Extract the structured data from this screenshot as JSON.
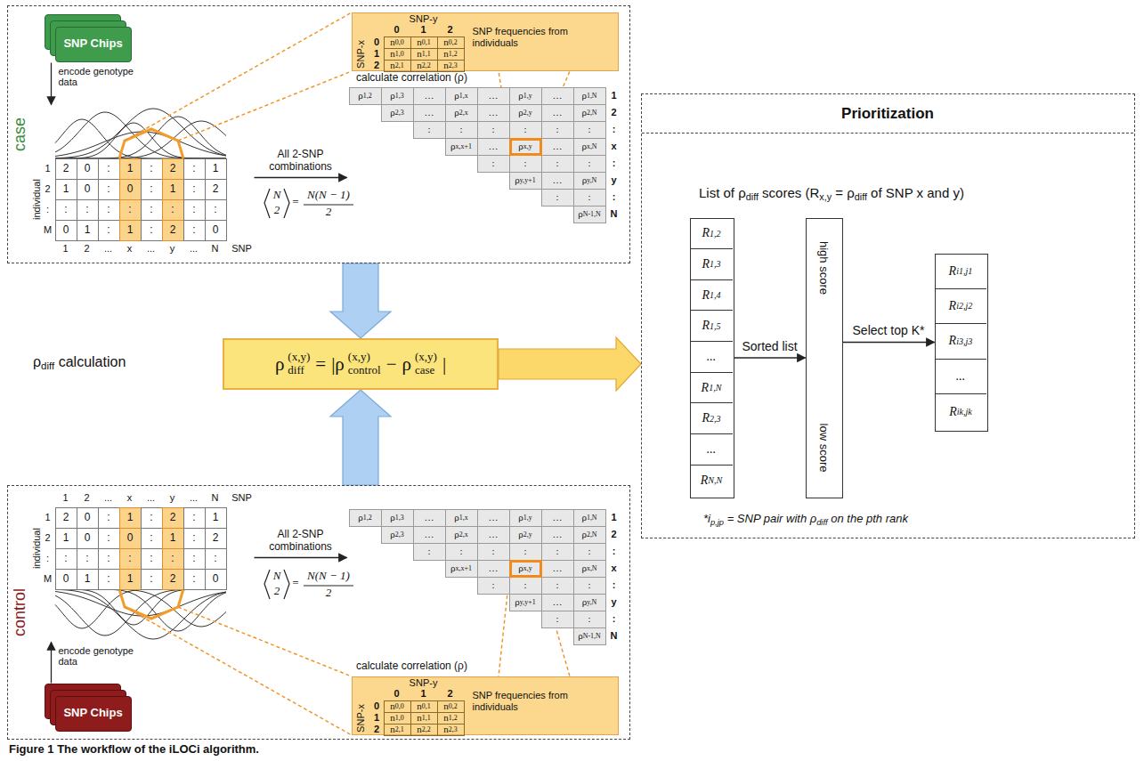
{
  "diagram": {
    "caption": "Figure 1 The workflow of the iLOCi algorithm.",
    "nodes": [
      {
        "text": [
          "case"
        ]
      },
      {
        "text": [
          "SNP Chips"
        ],
        "in": 0
      },
      {
        "text": [
          "SNP-y",
          "SNP-x",
          "0",
          "1",
          "2",
          "0",
          "1",
          "2",
          "n0,0",
          "n0,1",
          "n0,2",
          "n1,0",
          "n1,1",
          "n1,2",
          "n2,1",
          "n2,2",
          "n2,3",
          "SNP frequencies from individuals"
        ],
        "in": 0
      },
      {
        "text": [
          "1",
          "2",
          ":",
          "M",
          "2",
          "0",
          ":",
          "1",
          ":",
          "2",
          ":",
          "1",
          "1",
          "0",
          ":",
          "0",
          ":",
          "1",
          ":",
          "2",
          ":",
          ":",
          ":",
          ":",
          ":",
          ":",
          ":",
          ":",
          "0",
          "1",
          ":",
          "1",
          ":",
          "2",
          ":",
          "0",
          "1",
          "2",
          "...",
          "x",
          "...",
          "y",
          "...",
          "N",
          "SNP",
          "individual"
        ],
        "in": 0
      },
      {
        "text": [
          "ρ1,2",
          "ρ1,3",
          "…",
          "ρ1,x",
          "…",
          "ρ1,y",
          "…",
          "ρ1,N",
          "ρ2,3",
          "…",
          "ρ2,x",
          "…",
          "ρ2,y",
          "…",
          "ρ2,N",
          ":",
          ":",
          ":",
          ":",
          ":",
          ":",
          "ρx,x+1",
          "…",
          "ρx,y",
          "…",
          "ρx,N",
          ":",
          ":",
          ":",
          ":",
          "ρy,y+1",
          "…",
          "ρy,N",
          ":",
          ":",
          "ρN-1,N",
          "1",
          "2",
          ":",
          "x",
          ":",
          "y",
          ":",
          "N"
        ],
        "in": 0
      },
      {
        "text": [
          "control"
        ]
      },
      {
        "text": [
          "1",
          "2",
          ":",
          "M",
          "2",
          "0",
          ":",
          "1",
          ":",
          "2",
          ":",
          "1",
          "1",
          "0",
          ":",
          "0",
          ":",
          "1",
          ":",
          "2",
          ":",
          ":",
          ":",
          ":",
          ":",
          ":",
          ":",
          ":",
          "0",
          "1",
          ":",
          "1",
          ":",
          "2",
          ":",
          "0",
          "1",
          "2",
          "...",
          "x",
          "...",
          "y",
          "...",
          "N",
          "SNP",
          "individual"
        ],
        "in": 5
      },
      {
        "text": [
          "ρ1,2",
          "ρ1,3",
          "…",
          "ρ1,x",
          "…",
          "ρ1,y",
          "…",
          "ρ1,N",
          "ρ2,3",
          "…",
          "ρ2,x",
          "…",
          "ρ2,y",
          "…",
          "ρ2,N",
          ":",
          ":",
          ":",
          ":",
          ":",
          ":",
          "ρx,x+1",
          "…",
          "ρx,y",
          "…",
          "ρx,N",
          ":",
          ":",
          ":",
          ":",
          "ρy,y+1",
          "…",
          "ρy,N",
          ":",
          ":",
          "ρN-1,N",
          "1",
          "2",
          ":",
          "x",
          ":",
          "y",
          ":",
          "N"
        ],
        "in": 5
      },
      {
        "text": [
          "SNP-y",
          "SNP-x",
          "0",
          "1",
          "2",
          "0",
          "1",
          "2",
          "n0,0",
          "n0,1",
          "n0,2",
          "n1,0",
          "n1,1",
          "n1,2",
          "n2,1",
          "n2,2",
          "n2,3",
          "SNP frequencies from individuals"
        ],
        "in": 5
      },
      {
        "text": [
          "SNP Chips"
        ],
        "in": 5
      },
      {
        "text": [
          "ρdiff calculation",
          "ρ",
          "(x,y)",
          "diff",
          "=",
          "|ρ",
          "(x,y)",
          "control",
          "−",
          "ρ",
          "(x,y)",
          "case",
          "|"
        ]
      },
      {
        "text": [
          "Prioritization"
        ]
      },
      {
        "text": [
          "R1,2",
          "R1,3",
          "R1,4",
          "R1,5",
          "...",
          "R1,N",
          "R2,3",
          "...",
          "RN,N"
        ],
        "in": 11
      },
      {
        "text": [
          "high score",
          "low score"
        ],
        "in": 11
      },
      {
        "text": [
          "Ri1,j1",
          "Ri2,j2",
          "Ri3,j3",
          "...",
          "Rik,jk"
        ],
        "in": 11
      }
    ],
    "edges": [
      {
        "from": 1,
        "to": 3,
        "arrow": "to",
        "label": "encode genotype data"
      },
      {
        "from": 3,
        "to": 4,
        "arrow": "to",
        "label": "All 2-SNP combinations"
      },
      {
        "from": 9,
        "to": 6,
        "arrow": "to",
        "label": "encode genotype data"
      },
      {
        "from": 6,
        "to": 7,
        "arrow": "to",
        "label": "All 2-SNP combinations"
      },
      {
        "from": 0,
        "to": 10,
        "arrow": "to"
      },
      {
        "from": 5,
        "to": 10,
        "arrow": "to"
      },
      {
        "from": 10,
        "to": 11,
        "arrow": "to"
      },
      {
        "from": 12,
        "to": 13,
        "arrow": "to",
        "label": "Sorted list"
      },
      {
        "from": 13,
        "to": 14,
        "arrow": "to",
        "label": "Select top K*"
      }
    ],
    "labels": [
      "calculate correlation (ρ)",
      "N",
      "2",
      "=",
      "N(N − 1)",
      "2",
      "calculate correlation (ρ)",
      "N",
      "2",
      "=",
      "N(N − 1)",
      "2",
      "List of ρdiff scores (Rx,y = ρdiff of SNP x and y)",
      "*ip,jp = SNP pair with ρdiff on the pth rank"
    ]
  }
}
